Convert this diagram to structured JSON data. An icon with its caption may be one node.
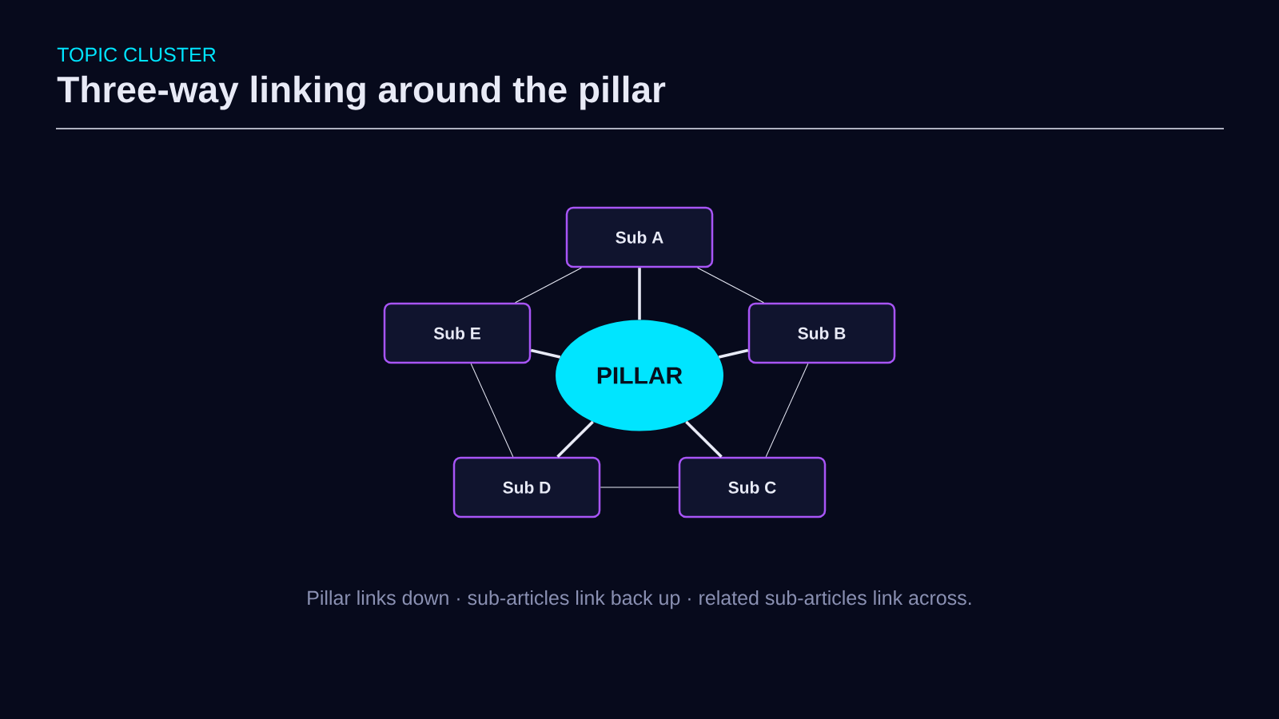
{
  "diagram": {
    "title": "Three-way linking around the pillar",
    "caption": "Pillar links down · sub-articles link back up · related sub-articles link across.",
    "nodes": [
      {
        "text": [
          "Sub A"
        ]
      },
      {
        "text": [
          "Sub E"
        ]
      },
      {
        "text": [
          "PILLAR"
        ]
      },
      {
        "text": [
          "Sub B"
        ]
      },
      {
        "text": [
          "Sub D"
        ]
      },
      {
        "text": [
          "Sub C"
        ]
      }
    ],
    "edges": [
      {
        "from": 2,
        "to": 0,
        "arrow": "none",
        "style": "thick"
      },
      {
        "from": 2,
        "to": 3,
        "arrow": "none",
        "style": "thick"
      },
      {
        "from": 2,
        "to": 5,
        "arrow": "none",
        "style": "thick"
      },
      {
        "from": 2,
        "to": 4,
        "arrow": "none",
        "style": "thick"
      },
      {
        "from": 2,
        "to": 1,
        "arrow": "none",
        "style": "thick"
      },
      {
        "from": 0,
        "to": 3,
        "arrow": "none"
      },
      {
        "from": 3,
        "to": 5,
        "arrow": "none"
      },
      {
        "from": 5,
        "to": 4,
        "arrow": "none"
      },
      {
        "from": 4,
        "to": 1,
        "arrow": "none"
      },
      {
        "from": 1,
        "to": 0,
        "arrow": "none"
      }
    ],
    "labels": [
      "TOPIC CLUSTER"
    ]
  }
}
